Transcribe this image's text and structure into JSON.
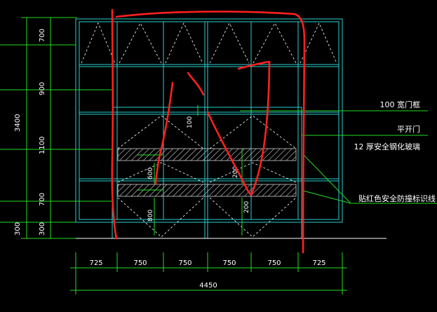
{
  "dims": {
    "left": [
      {
        "text": "700"
      },
      {
        "text": "900"
      },
      {
        "text": "1100"
      },
      {
        "text": "700"
      },
      {
        "text": "300"
      }
    ],
    "left_outer_300": "300",
    "total_height": "3400",
    "bottom": [
      "725",
      "750",
      "750",
      "750",
      "750",
      "725"
    ],
    "total_width": "4450",
    "inner": {
      "left_100": "100",
      "left_600": "600",
      "left_800": "800",
      "right_200_top": "200",
      "right_200_bottom": "200"
    }
  },
  "notes": {
    "frame": "100  宽门框",
    "door": "平开门",
    "glass": "12  厚安全钢化玻璃",
    "strip": "贴红色安全防撞标识线"
  },
  "colors": {
    "background": "#000000",
    "frame": "#2ad0d0",
    "dims": "#22dd22",
    "glass_hatch": "#ffffff",
    "annotation": "#ff2020"
  }
}
